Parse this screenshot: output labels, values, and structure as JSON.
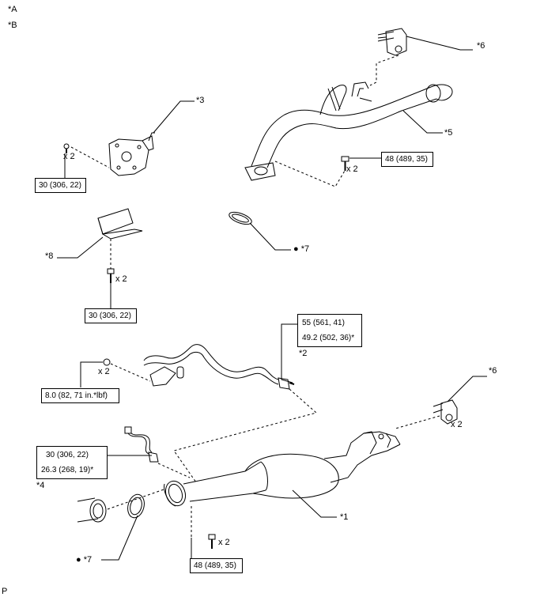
{
  "legend": {
    "a": "*A",
    "b": "*B"
  },
  "callouts": {
    "c1": "*1",
    "c2": "*2",
    "c3": "*3",
    "c4": "*4",
    "c5": "*5",
    "c6_top": "*6",
    "c6_mid": "*6",
    "c7_top": "● *7",
    "c7_bottom": "● *7",
    "c8": "*8"
  },
  "quantities": {
    "q_bolt3": "x 2",
    "q_bolt5": "x 2",
    "q_bolt8": "x 2",
    "q_nut2": "x 2",
    "q_hanger6": "x 2",
    "q_bolt1": "x 2"
  },
  "torques": {
    "t_bolt3": "30 (306, 22)",
    "t_bolt5": "48 (489, 35)",
    "t_bolt8": "30 (306, 22)",
    "t_sensor2_a": "55 (561, 41)",
    "t_sensor2_b": "49.2 (502, 36)*",
    "t_nut2": "8.0 (82, 71 in.*lbf)",
    "t_sensor4_a": "30 (306, 22)",
    "t_sensor4_b": "26.3 (268, 19)*",
    "t_bolt1": "48 (489, 35)"
  },
  "footer": {
    "code": "P"
  }
}
